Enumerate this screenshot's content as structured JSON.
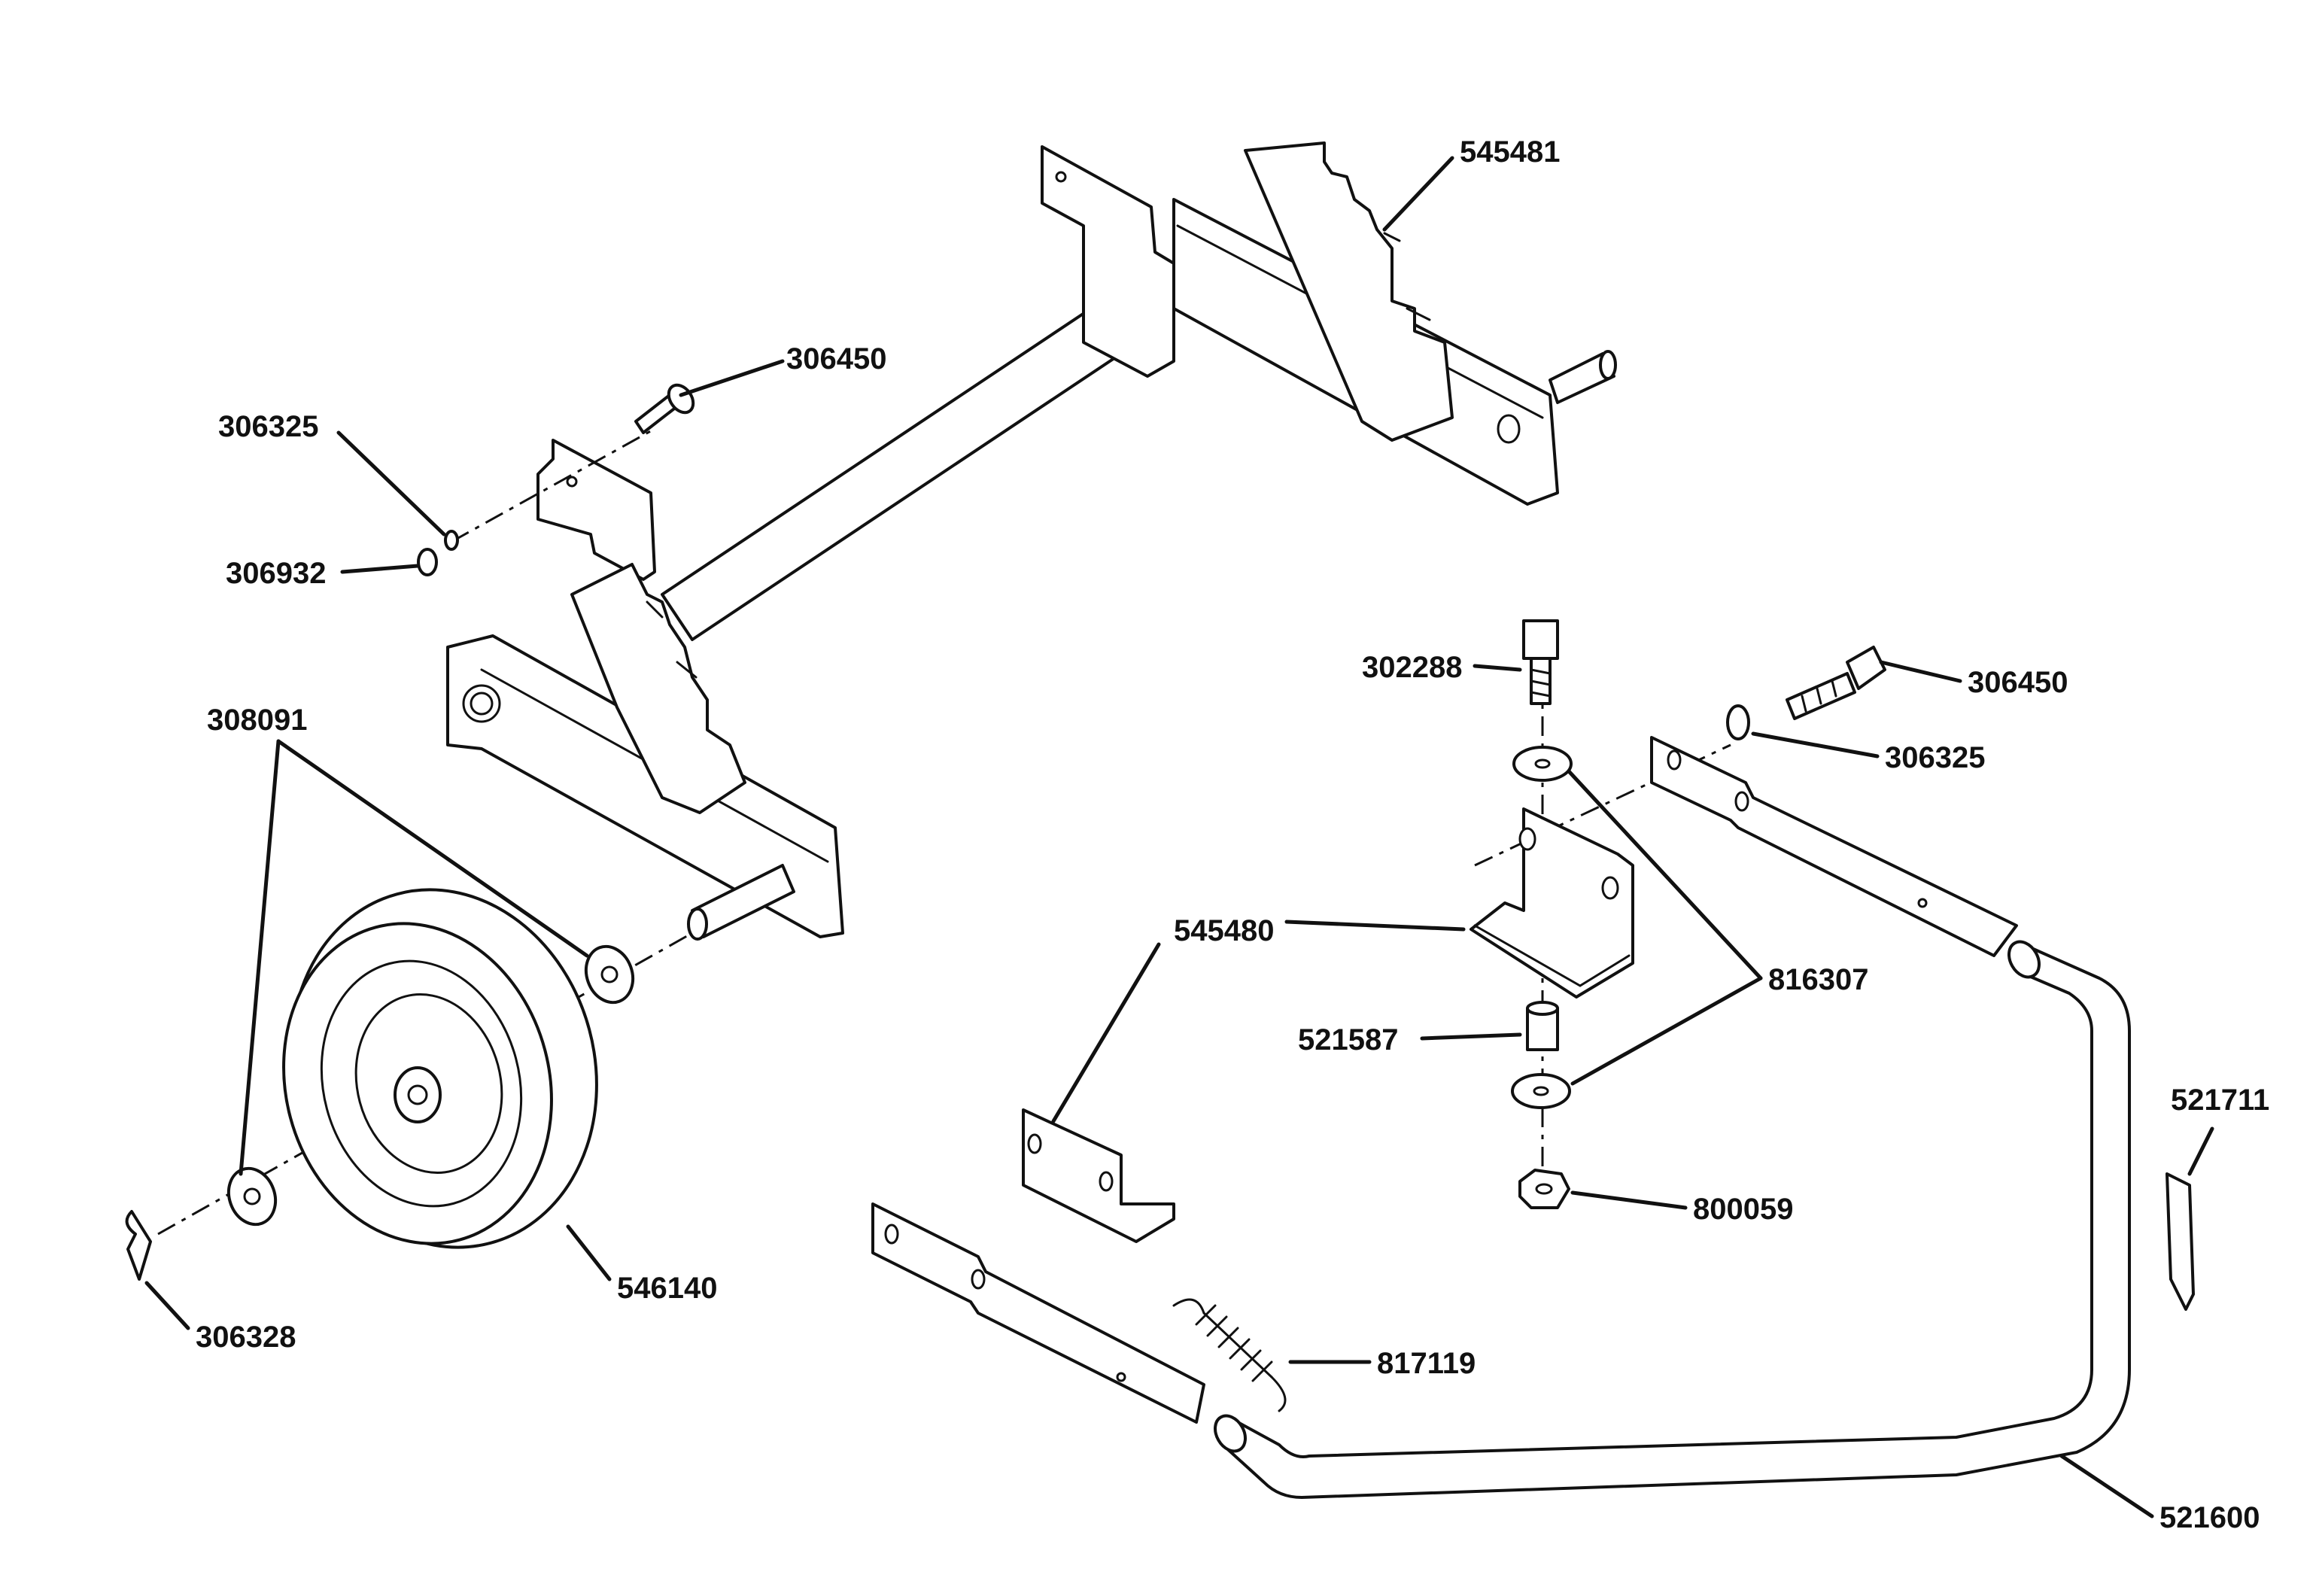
{
  "callouts": {
    "p545481": "545481",
    "p306450_top": "306450",
    "p306325_left": "306325",
    "p306932": "306932",
    "p308091": "308091",
    "p302288": "302288",
    "p306450_right": "306450",
    "p306325_right": "306325",
    "p545480": "545480",
    "p816307": "816307",
    "p521587": "521587",
    "p521711": "521711",
    "p800059": "800059",
    "p546140": "546140",
    "p306328": "306328",
    "p817119": "817119",
    "p521600": "521600"
  },
  "colors": {
    "ink": "#111111",
    "paper": "#ffffff"
  }
}
